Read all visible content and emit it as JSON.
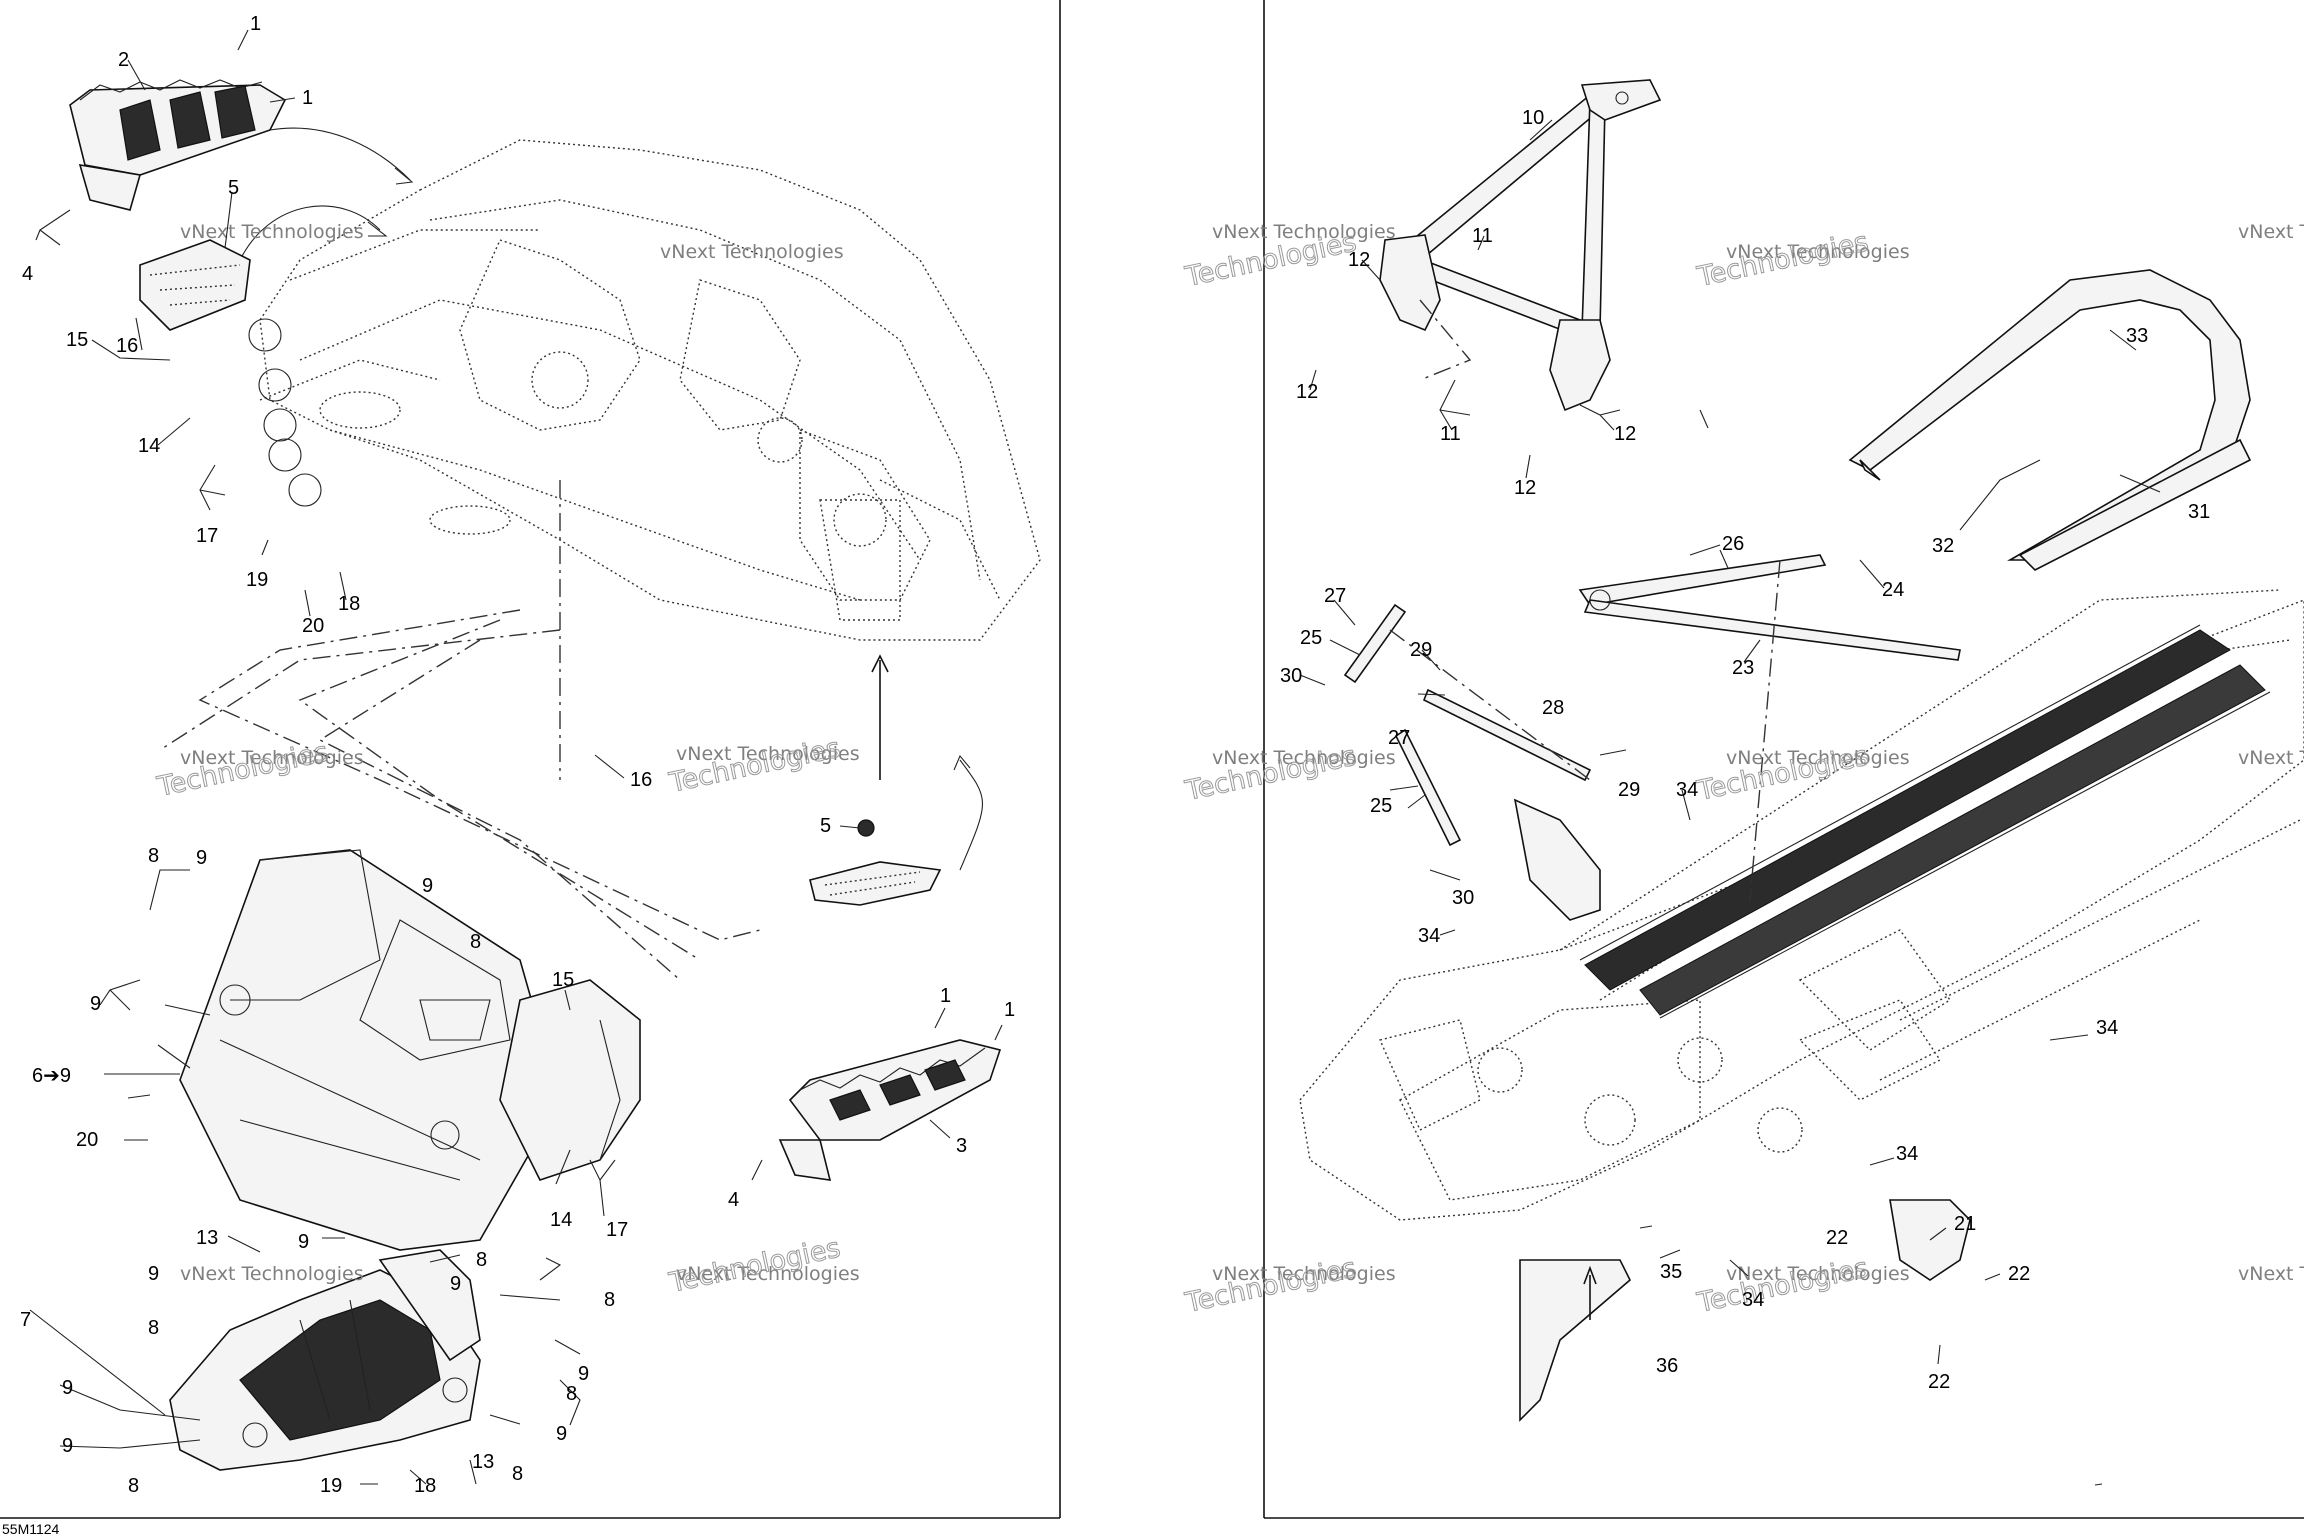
{
  "drawing_code": "55M1124",
  "watermark": {
    "line1": "vNext Technologies",
    "line2": "Technologies"
  },
  "callouts": {
    "c1": "1",
    "c2": "2",
    "c3": "3",
    "c4": "4",
    "c5": "5",
    "c6": "6➔9",
    "c7": "7",
    "c8": "8",
    "c9": "9",
    "c10": "10",
    "c11": "11",
    "c12": "12",
    "c13": "13",
    "c14": "14",
    "c15": "15",
    "c16": "16",
    "c17": "17",
    "c18": "18",
    "c19": "19",
    "c20": "20",
    "c21": "21",
    "c22": "22",
    "c23": "23",
    "c24": "24",
    "c25": "25",
    "c26": "26",
    "c27": "27",
    "c28": "28",
    "c29": "29",
    "c30": "30",
    "c31": "31",
    "c32": "32",
    "c33": "33",
    "c34": "34",
    "c35": "35",
    "c36": "36"
  }
}
